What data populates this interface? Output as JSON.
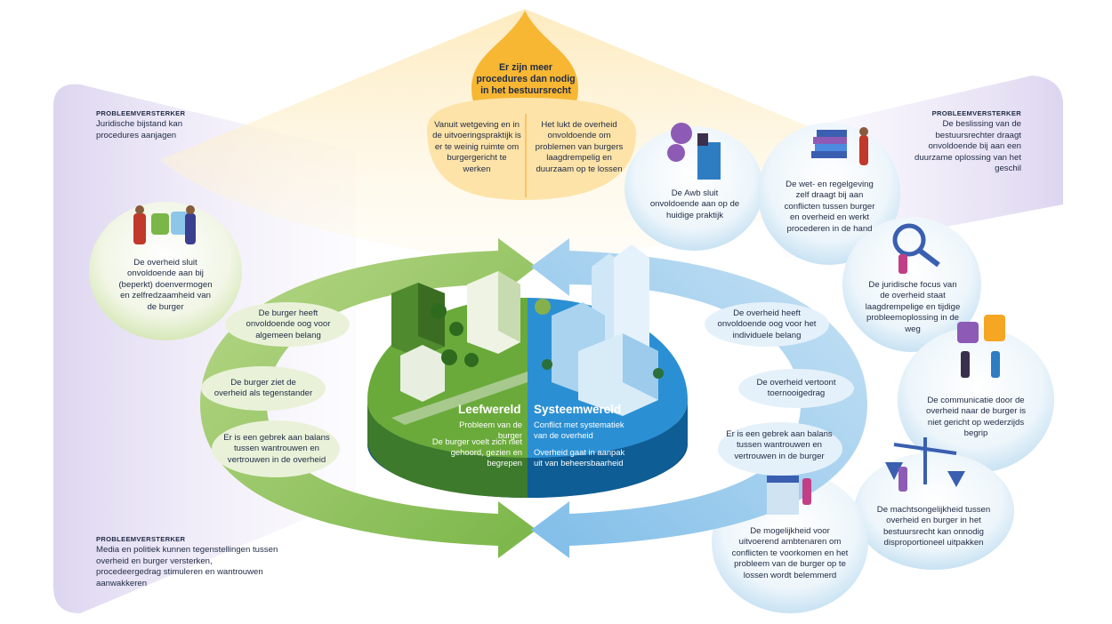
{
  "top": {
    "heading": "Er zijn meer procedures dan nodig in het bestuursrecht",
    "left": "Vanuit wetgeving en in de uitvoeringspraktijk is er te weinig ruimte om burgergericht te werken",
    "right": "Het lukt de overheid onvoldoende om problemen van burgers laagdrempelig en duurzaam op te lossen"
  },
  "amplifiers": {
    "label": "PROBLEEMVERSTERKER",
    "top_left": "Juridische bijstand kan procedures aanjagen",
    "top_right": "De beslissing van de bestuursrechter draagt onvoldoende bij aan een duurzame oplossing van het geschil",
    "bottom_left": "Media en politiek kunnen tegenstellingen tussen overheid en burger versterken, procedeergedrag stimuleren en wantrouwen aanwakkeren"
  },
  "left_cycle": {
    "bubble": "De overheid sluit onvoldoende aan bij (beperkt) doenvermogen en zelfredzaamheid van de burger",
    "items": [
      "De burger heeft onvoldoende oog voor algemeen belang",
      "De burger ziet de overheid als tegenstander",
      "Er is een gebrek aan balans tussen wantrouwen en vertrouwen in de overheid"
    ]
  },
  "right_cycle": {
    "items": [
      "De overheid heeft onvoldoende oog voor het individuele belang",
      "De overheid vertoont toernooigedrag",
      "Er is een gebrek aan balans tussen wantrouwen en vertrouwen in de burger"
    ],
    "bubbles": [
      "De Awb sluit onvoldoende aan op de huidige praktijk",
      "De wet- en regelgeving zelf draagt bij aan conflicten tussen burger en overheid en werkt procederen in de hand",
      "De juridische focus van de overheid staat laagdrempelige en tijdige probleemoplossing in de weg",
      "De communicatie door de overheid naar de burger is niet gericht op wederzijds begrip",
      "De machtsongelijkheid tussen overheid en burger in het bestuursrecht kan onnodig disproportioneel uitpakken",
      "De mogelijkheid voor uitvoerend ambtenaren om conflicten te voorkomen en het probleem van de burger op te lossen wordt belemmerd"
    ]
  },
  "leefwereld": {
    "title": "Leefwereld",
    "line1": "Probleem van de burger",
    "line2": "De burger voelt zich niet gehoord, gezien en begrepen"
  },
  "systeemwereld": {
    "title": "Systeemwereld",
    "line1": "Conflict met systematiek van de overheid",
    "line2": "Overheid gaat in aanpak uit van beheersbaarheid"
  },
  "colors": {
    "green": "#7ab648",
    "light_green": "#c3dc93",
    "blue": "#3a9ad9",
    "light_blue": "#a9d3ef",
    "orange": "#f5a623",
    "purple": "#d9d2ee"
  }
}
